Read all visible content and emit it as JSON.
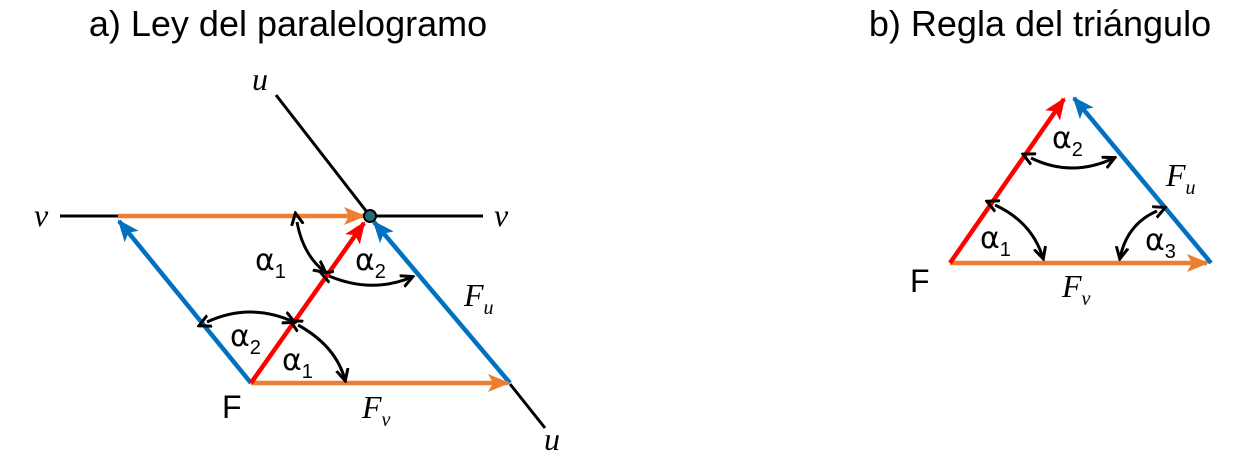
{
  "colors": {
    "orange": "#ED7D31",
    "red": "#FF0000",
    "blue": "#0070C0",
    "black": "#000000",
    "point": "#1F6F78"
  },
  "panel_a": {
    "title": "a) Ley del paralelogramo",
    "axis_u_top": "u",
    "axis_u_bottom": "u",
    "axis_v_left": "v",
    "axis_v_right": "v",
    "point_label": "F",
    "force_u": {
      "main": "F",
      "sub": "u"
    },
    "force_v": {
      "main": "F",
      "sub": "v"
    },
    "angles": [
      {
        "symbol": "α",
        "sub": "1"
      },
      {
        "symbol": "α",
        "sub": "2"
      },
      {
        "symbol": "α",
        "sub": "2"
      },
      {
        "symbol": "α",
        "sub": "1"
      }
    ]
  },
  "panel_b": {
    "title": "b) Regla del triángulo",
    "point_label": "F",
    "force_u": {
      "main": "F",
      "sub": "u"
    },
    "force_v": {
      "main": "F",
      "sub": "v"
    },
    "angles": [
      {
        "symbol": "α",
        "sub": "2"
      },
      {
        "symbol": "α",
        "sub": "1"
      },
      {
        "symbol": "α",
        "sub": "3"
      }
    ]
  }
}
